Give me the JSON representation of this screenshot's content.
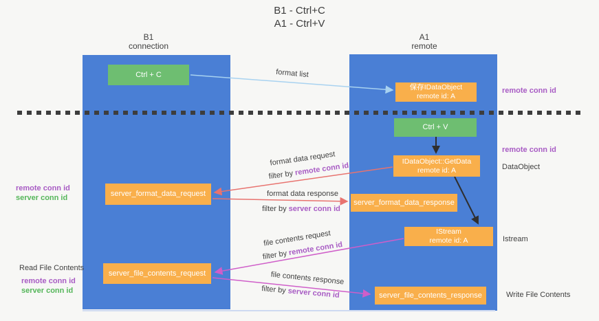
{
  "title": {
    "line1": "B1 - Ctrl+C",
    "line2": "A1 - Ctrl+V"
  },
  "columns": {
    "left": {
      "name": "B1",
      "role": "connection"
    },
    "right": {
      "name": "A1",
      "role": "remote"
    }
  },
  "nodes": {
    "ctrl_c": {
      "label": "Ctrl + C"
    },
    "save_dataobject": {
      "line1": "保存IDataObject",
      "line2": "remote id: A"
    },
    "ctrl_v": {
      "label": "Ctrl + V"
    },
    "getdata": {
      "line1": "IDataObject::GetData",
      "line2": "remote id: A"
    },
    "server_format_data_request": {
      "label": "server_format_data_request"
    },
    "server_format_data_response": {
      "label": "server_format_data_response"
    },
    "istream": {
      "line1": "IStream",
      "line2": "remote id: A"
    },
    "server_file_contents_request": {
      "label": "server_file_contents_request"
    },
    "server_file_contents_response": {
      "label": "server_file_contents_response"
    }
  },
  "flow_labels": {
    "format_list": "format list",
    "format_data_request": "format data request",
    "format_data_request_filter": {
      "prefix": "filter by ",
      "key": "remote conn id"
    },
    "format_data_response": "format data response",
    "format_data_response_filter": {
      "prefix": "filter by ",
      "key": "server conn id"
    },
    "file_contents_request": "file contents request",
    "file_contents_request_filter": {
      "prefix": "filter by ",
      "key": "remote conn id"
    },
    "file_contents_response": "file contents response",
    "file_contents_response_filter": {
      "prefix": "filter by ",
      "key": "server conn id"
    }
  },
  "side_labels": {
    "right_remote_conn_top": "remote conn id",
    "right_remote_conn_mid": "remote conn id",
    "dataobject": "DataObject",
    "istream": "Istream",
    "write_file_contents": "Write File Contents",
    "left_remote_conn_mid": "remote conn id",
    "left_server_conn_mid": "server conn id",
    "read_file_contents": "Read File Contents",
    "left_remote_conn_bottom": "remote conn id",
    "left_server_conn_bottom": "server conn id"
  },
  "colors": {
    "column_blue": "#4a7fd5",
    "node_orange": "#f9af4b",
    "node_green": "#6ebe71",
    "purple_text": "#a85cc4",
    "green_text": "#55b65a",
    "arrow_blue": "#a8d2f0",
    "arrow_red": "#e8736f",
    "arrow_magenta": "#cf5ec9",
    "arrow_black": "#2f2f2f",
    "divider_dash": "#3d3d3d"
  }
}
